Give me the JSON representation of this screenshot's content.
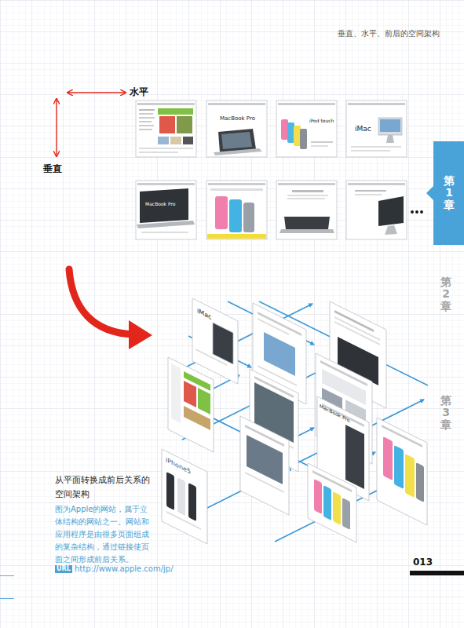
{
  "diagram": {
    "title": "垂直、水平、前后的空间架构",
    "caption": "从平面转换成前后关系的空间架构",
    "nodes": [
      {
        "text": [
          "第1章"
        ]
      },
      {
        "text": [
          "URL"
        ]
      }
    ],
    "labels": [
      "水平",
      "垂直",
      "MacBook Pro",
      "iPod touch",
      "iMac",
      "MacBook Pro",
      "第2章",
      "第3章",
      "iMac",
      "MacBook Pro",
      "iPhone5",
      "图为Apple的网站，属于立体结构的网站之一。网站和应用程序是由很多页面组成的复杂结构，通过链接使页面之间形成前后关系。",
      "http://www.apple.com/jp/",
      "013"
    ]
  }
}
